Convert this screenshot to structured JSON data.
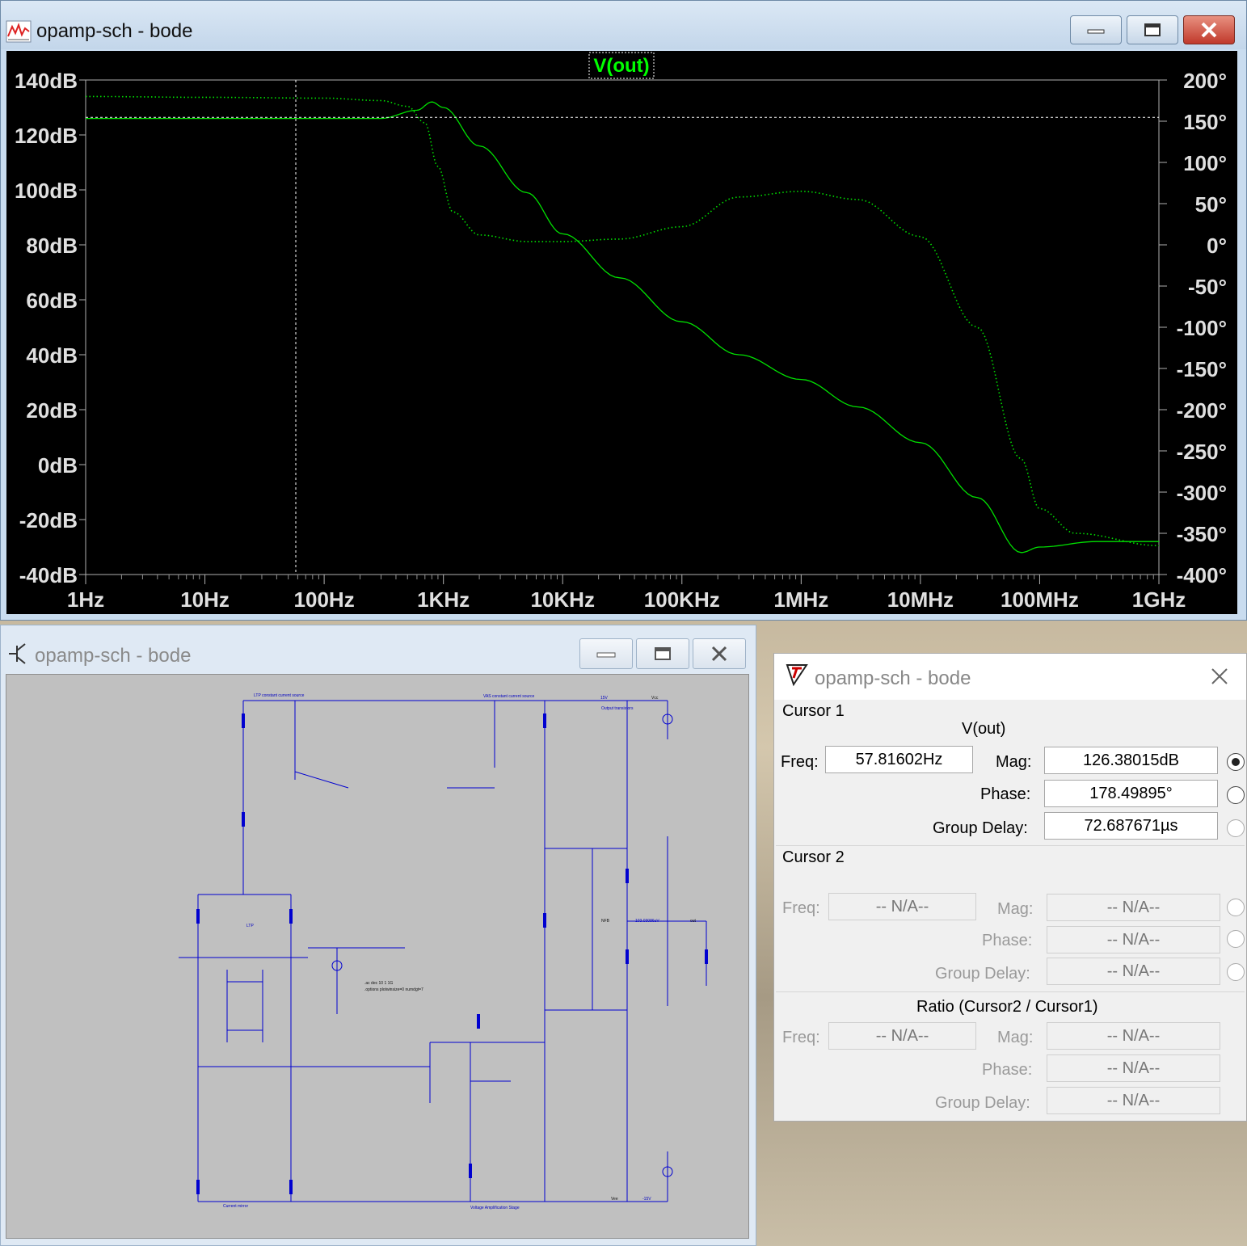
{
  "bode_window": {
    "title": "opamp-sch - bode",
    "trace_label": "V(out)",
    "left_axis": [
      "140dB",
      "120dB",
      "100dB",
      "80dB",
      "60dB",
      "40dB",
      "20dB",
      "0dB",
      "-20dB",
      "-40dB"
    ],
    "right_axis": [
      "200°",
      "150°",
      "100°",
      "50°",
      "0°",
      "-50°",
      "-100°",
      "-150°",
      "-200°",
      "-250°",
      "-300°",
      "-350°",
      "-400°"
    ],
    "x_axis": [
      "1Hz",
      "10Hz",
      "100Hz",
      "1KHz",
      "10KHz",
      "100KHz",
      "1MHz",
      "10MHz",
      "100MHz",
      "1GHz"
    ]
  },
  "chart_data": {
    "type": "line",
    "x_scale": "log",
    "x_range_hz": [
      1,
      1000000000
    ],
    "y_left_range_db": [
      -40,
      140
    ],
    "y_right_range_deg": [
      -400,
      200
    ],
    "grid": false,
    "series": [
      {
        "name": "V(out)",
        "axis": "magnitude_db",
        "style": "solid",
        "x": [
          1,
          10,
          100,
          300,
          600,
          800,
          1000,
          2000,
          5000,
          10000,
          30000,
          100000,
          300000,
          1000000,
          3000000,
          10000000,
          30000000,
          70000000,
          100000000,
          300000000,
          1000000000
        ],
        "y": [
          126,
          126,
          126,
          126,
          129,
          132,
          130,
          116,
          99,
          84,
          68,
          52,
          40,
          31,
          21,
          8,
          -12,
          -32,
          -30,
          -28,
          -28
        ]
      },
      {
        "name": "V(out)",
        "axis": "phase_deg",
        "style": "dotted",
        "x": [
          1,
          10,
          100,
          300,
          500,
          700,
          900,
          1200,
          2000,
          5000,
          10000,
          30000,
          100000,
          300000,
          1000000,
          3000000,
          10000000,
          30000000,
          70000000,
          100000000,
          200000000,
          1000000000
        ],
        "y": [
          180,
          179,
          178,
          175,
          168,
          148,
          95,
          40,
          12,
          4,
          4,
          7,
          22,
          58,
          65,
          55,
          10,
          -100,
          -260,
          -320,
          -350,
          -365
        ]
      }
    ],
    "cursor": {
      "freq_hz": 57.81602,
      "mag_db": 126.38015
    }
  },
  "schematic_window": {
    "title": "opamp-sch - bode",
    "labels": {
      "ltp_cs": "LTP constant current source",
      "vas_cs": "VAS constant current source",
      "v15": "15V",
      "vcc": "Vcc",
      "output_tr": "Output transistors",
      "ltp": "LTP",
      "current_mirror": "Current mirror",
      "vas": "Voltage Amplification Stage",
      "nfb": "NFB",
      "out": "out",
      "vee": "Vee",
      "m15": "-15V",
      "sim1": ".ac dec 10 1 1G",
      "sim2": ".options plotwinsize=0 numdgt=7",
      "nfb_val": "103.03086uV"
    }
  },
  "cursor_dialog": {
    "title": "opamp-sch - bode",
    "cursor1": {
      "heading": "Cursor 1",
      "trace": "V(out)",
      "freq_label": "Freq:",
      "freq": "57.81602Hz",
      "mag_label": "Mag:",
      "mag": "126.38015dB",
      "phase_label": "Phase:",
      "phase": "178.49895°",
      "gd_label": "Group Delay:",
      "gd": "72.687671µs"
    },
    "cursor2": {
      "heading": "Cursor 2",
      "freq_label": "Freq:",
      "freq": "-- N/A--",
      "mag_label": "Mag:",
      "mag": "-- N/A--",
      "phase_label": "Phase:",
      "phase": "-- N/A--",
      "gd_label": "Group Delay:",
      "gd": "-- N/A--"
    },
    "ratio": {
      "heading": "Ratio (Cursor2 / Cursor1)",
      "freq_label": "Freq:",
      "freq": "-- N/A--",
      "mag_label": "Mag:",
      "mag": "-- N/A--",
      "phase_label": "Phase:",
      "phase": "-- N/A--",
      "gd_label": "Group Delay:",
      "gd": "-- N/A--"
    }
  }
}
